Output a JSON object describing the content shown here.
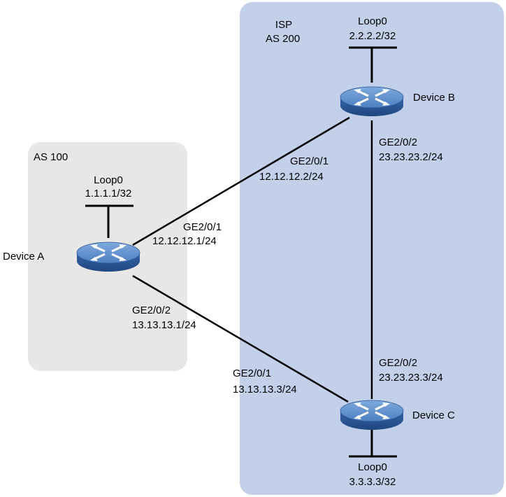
{
  "areas": {
    "as100": {
      "label": "AS 100",
      "fill": "#e8e7e6"
    },
    "isp": {
      "label_line1": "ISP",
      "label_line2": "AS 200",
      "fill": "#c2d0ea"
    }
  },
  "devices": {
    "a": {
      "name": "Device A",
      "loopback_name": "Loop0",
      "loopback_ip": "1.1.1.1/32"
    },
    "b": {
      "name": "Device B",
      "loopback_name": "Loop0",
      "loopback_ip": "2.2.2.2/32"
    },
    "c": {
      "name": "Device C",
      "loopback_name": "Loop0",
      "loopback_ip": "3.3.3.3/32"
    }
  },
  "links": {
    "ab": {
      "a_side": {
        "interface": "GE2/0/1",
        "ip": "12.12.12.1/24"
      },
      "b_side": {
        "interface": "GE2/0/1",
        "ip": "12.12.12.2/24"
      }
    },
    "ac": {
      "a_side": {
        "interface": "GE2/0/2",
        "ip": "13.13.13.1/24"
      },
      "c_side": {
        "interface": "GE2/0/1",
        "ip": "13.13.13.3/24"
      }
    },
    "bc": {
      "b_side": {
        "interface": "GE2/0/2",
        "ip": "23.23.23.2/24"
      },
      "c_side": {
        "interface": "GE2/0/2",
        "ip": "23.23.23.3/24"
      }
    }
  },
  "colors": {
    "router_top": "#5d8fcf",
    "router_side": "#2c5a9e",
    "link": "#000000"
  }
}
